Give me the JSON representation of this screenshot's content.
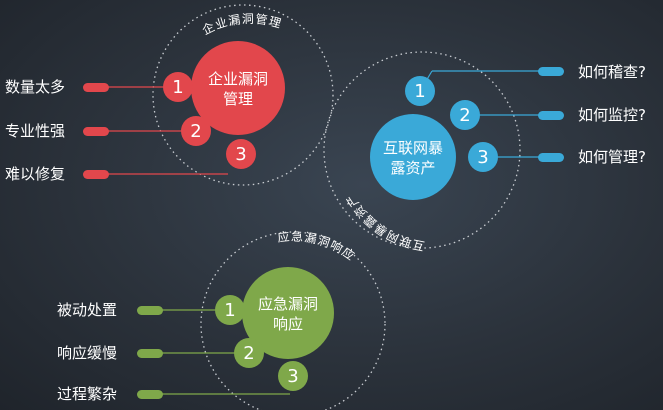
{
  "colors": {
    "red": "#e2474c",
    "blue": "#3aa9d8",
    "green": "#7fa84a"
  },
  "clusters": [
    {
      "arc_label": "企业漏洞管理",
      "hub_line1": "企业漏洞",
      "hub_line2": "管理",
      "numbers": [
        "1",
        "2",
        "3"
      ],
      "items": [
        "数量太多",
        "专业性强",
        "难以修复"
      ]
    },
    {
      "arc_label": "互联网暴露资产",
      "hub_line1": "互联网暴",
      "hub_line2": "露资产",
      "numbers": [
        "1",
        "2",
        "3"
      ],
      "items": [
        "如何稽查?",
        "如何监控?",
        "如何管理?"
      ]
    },
    {
      "arc_label": "应急漏洞响应",
      "hub_line1": "应急漏洞",
      "hub_line2": "响应",
      "numbers": [
        "1",
        "2",
        "3"
      ],
      "items": [
        "被动处置",
        "响应缓慢",
        "过程繁杂"
      ]
    }
  ]
}
